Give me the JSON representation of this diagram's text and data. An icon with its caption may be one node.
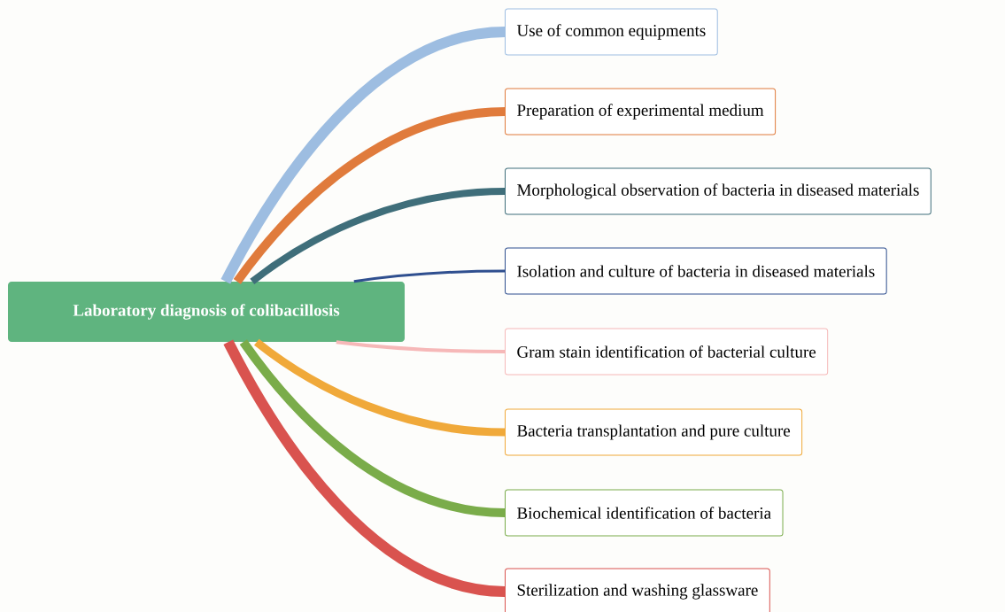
{
  "diagram": {
    "nodes": [
      {
        "text": [
          "Laboratory diagnosis of colibacillosis"
        ]
      },
      {
        "text": [
          "Use of common equipments"
        ]
      },
      {
        "text": [
          "Preparation of experimental medium"
        ]
      },
      {
        "text": [
          "Morphological observation of bacteria in diseased materials"
        ]
      },
      {
        "text": [
          "Isolation and culture of bacteria in diseased materials"
        ]
      },
      {
        "text": [
          "Gram stain identification of bacterial culture"
        ]
      },
      {
        "text": [
          "Bacteria transplantation and pure culture"
        ]
      },
      {
        "text": [
          "Biochemical identification of bacteria"
        ]
      },
      {
        "text": [
          "Sterilization and washing glassware"
        ]
      }
    ],
    "edges": [
      {
        "from": 0,
        "to": 1,
        "arrow": "none",
        "color": "#9dbde1"
      },
      {
        "from": 0,
        "to": 2,
        "arrow": "none",
        "color": "#e07b3c"
      },
      {
        "from": 0,
        "to": 3,
        "arrow": "none",
        "color": "#3f6e7a"
      },
      {
        "from": 0,
        "to": 4,
        "arrow": "none",
        "color": "#2f4f8f"
      },
      {
        "from": 0,
        "to": 5,
        "arrow": "none",
        "color": "#f6b8b8"
      },
      {
        "from": 0,
        "to": 6,
        "arrow": "none",
        "color": "#f0a93a"
      },
      {
        "from": 0,
        "to": 7,
        "arrow": "none",
        "color": "#7aac4a"
      },
      {
        "from": 0,
        "to": 8,
        "arrow": "none",
        "color": "#d9534f"
      }
    ]
  }
}
